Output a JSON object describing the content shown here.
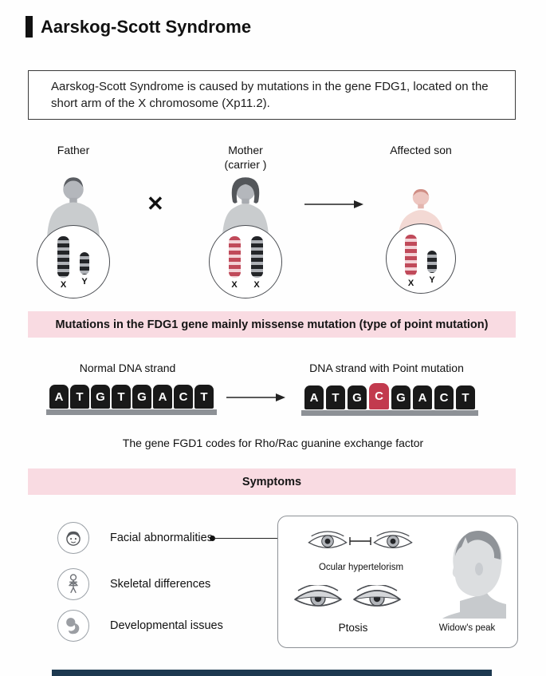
{
  "title": "Aarskog-Scott Syndrome",
  "info_box": {
    "text": "Aarskog-Scott Syndrome is caused by mutations in the gene FDG1, located on the short arm of the X chromosome (Xp11.2)."
  },
  "pedigree": {
    "cross_symbol": "✕",
    "father": {
      "label": "Father",
      "chromosomes": [
        "X",
        "Y"
      ]
    },
    "mother": {
      "label": "Mother",
      "sublabel": "(carrier )",
      "chromosomes": [
        "X",
        "X"
      ]
    },
    "son": {
      "label": "Affected son",
      "chromosomes": [
        "X",
        "Y"
      ]
    }
  },
  "mutation_banner": "Mutations in the FDG1 gene mainly missense mutation (type of point mutation)",
  "dna": {
    "normal_label": "Normal DNA strand",
    "mutated_label": "DNA strand with Point mutation",
    "normal_sequence": [
      "A",
      "T",
      "G",
      "T",
      "G",
      "A",
      "C",
      "T"
    ],
    "mutated_sequence": [
      "A",
      "T",
      "G",
      "C",
      "G",
      "A",
      "C",
      "T"
    ],
    "mutation_index": 3
  },
  "gene_note": "The gene FGD1 codes for Rho/Rac guanine exchange factor",
  "symptoms_banner": "Symptoms",
  "symptoms": [
    {
      "label": "Facial abnormalities",
      "icon": "face-icon"
    },
    {
      "label": "Skeletal differences",
      "icon": "skeleton-icon"
    },
    {
      "label": "Developmental issues",
      "icon": "fetus-icon"
    }
  ],
  "facial_details": {
    "captions": {
      "hypertelorism": "Ocular hypertelorism",
      "ptosis": "Ptosis",
      "widows_peak": "Widow's peak"
    }
  },
  "colors": {
    "banner_pink": "#f9dbe2",
    "mutation_red": "#c23a4e",
    "affected_pink": "#e9b6b0",
    "footer_dark": "#1d3950"
  }
}
